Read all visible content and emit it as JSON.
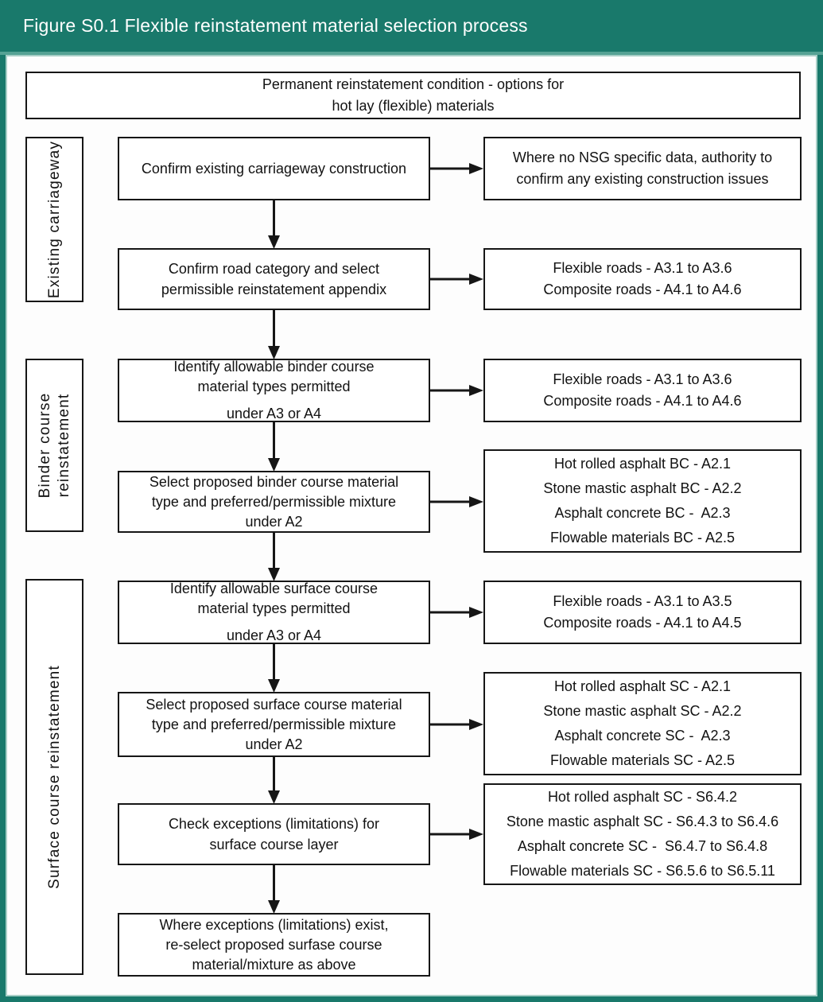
{
  "figure": {
    "title": "Figure S0.1 Flexible reinstatement material selection process"
  },
  "colors": {
    "header_bg": "#19796b",
    "header_text": "#ffffff",
    "frame": "#19796b",
    "frame_inner_line": "#a8cfc7",
    "box_border": "#161616",
    "box_bg": "#ffffff",
    "text": "#121212"
  },
  "top_box": {
    "line1": "Permanent reinstatement condition - options for",
    "line2": "hot lay (flexible) materials"
  },
  "side_labels": {
    "existing": {
      "line1": "Existing carriageway"
    },
    "binder": {
      "line1": "Binder course",
      "line2": "reinstatement"
    },
    "surface": {
      "line1": "Surface course reinstatement"
    }
  },
  "steps": [
    {
      "main": {
        "line1": "Confirm existing carriageway construction"
      },
      "side": {
        "line1": "Where no NSG specific data, authority to",
        "line2": "confirm any existing construction issues"
      }
    },
    {
      "main": {
        "line1": "Confirm road category and select",
        "line2": "permissible reinstatement appendix"
      },
      "side": {
        "line1": "Flexible roads - A3.1 to A3.6",
        "line2": "Composite roads - A4.1 to A4.6"
      }
    },
    {
      "main": {
        "line1": "Identify allowable binder course",
        "line2": "material types permitted",
        "line3": "under A3 or A4"
      },
      "side": {
        "line1": "Flexible roads - A3.1 to A3.6",
        "line2": "Composite roads - A4.1 to A4.6"
      }
    },
    {
      "main": {
        "line1": "Select proposed binder course material",
        "line2": "type and preferred/permissible mixture",
        "line3": "under A2"
      },
      "side": {
        "line1": "Hot rolled asphalt BC - A2.1",
        "line2": "Stone mastic asphalt BC - A2.2",
        "line3": "Asphalt concrete BC -  A2.3",
        "line4": "Flowable materials BC - A2.5"
      }
    },
    {
      "main": {
        "line1": "Identify allowable surface course",
        "line2": "material types permitted",
        "line3": "under A3 or A4"
      },
      "side": {
        "line1": "Flexible roads - A3.1 to A3.5",
        "line2": "Composite roads - A4.1 to A4.5"
      }
    },
    {
      "main": {
        "line1": "Select proposed surface course material",
        "line2": "type and preferred/permissible mixture",
        "line3": "under A2"
      },
      "side": {
        "line1": "Hot rolled asphalt SC - A2.1",
        "line2": "Stone mastic asphalt SC - A2.2",
        "line3": "Asphalt concrete SC -  A2.3",
        "line4": "Flowable materials SC - A2.5"
      }
    },
    {
      "main": {
        "line1": "Check exceptions (limitations) for",
        "line2": "surface course layer"
      },
      "side": {
        "line1": "Hot rolled asphalt SC - S6.4.2",
        "line2": "Stone mastic asphalt SC - S6.4.3 to S6.4.6",
        "line3": "Asphalt concrete SC -  S6.4.7 to S6.4.8",
        "line4": "Flowable materials SC - S6.5.6 to S6.5.11"
      }
    },
    {
      "main": {
        "line1": "Where exceptions (limitations) exist,",
        "line2": "re-select proposed surfase course",
        "line3": "material/mixture as above"
      }
    }
  ]
}
